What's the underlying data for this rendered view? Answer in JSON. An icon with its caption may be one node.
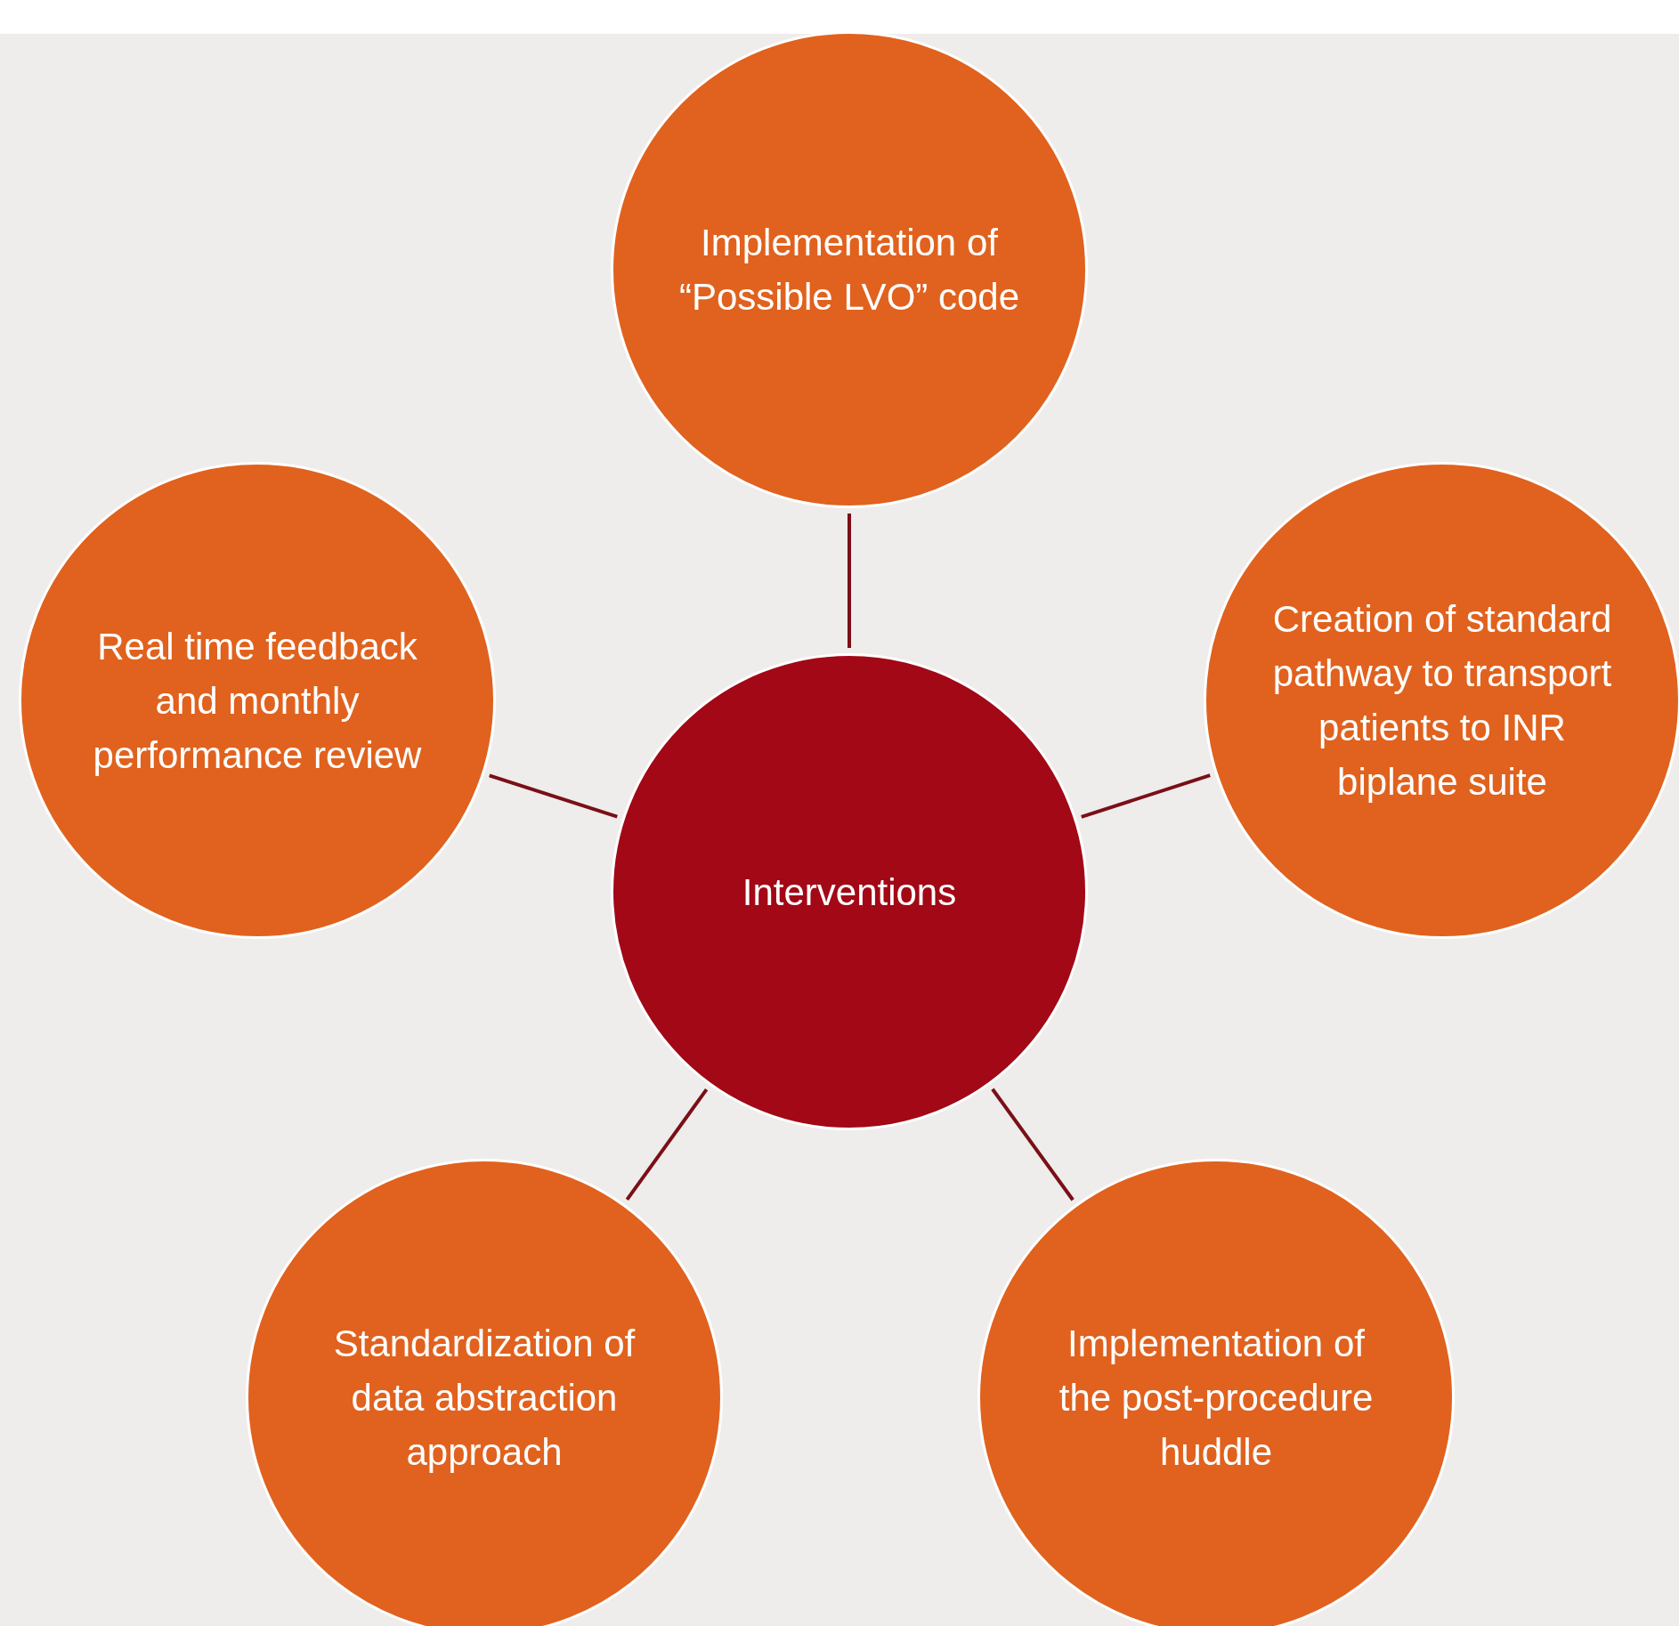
{
  "diagram": {
    "nodes": [
      {
        "text": [
          "Implementation of “Possible LVO” code"
        ]
      },
      {
        "text": [
          "Real time feedback and monthly performance review"
        ]
      },
      {
        "text": [
          "Creation of standard pathway to transport patients to INR biplane suite"
        ]
      },
      {
        "text": [
          "Interventions"
        ]
      },
      {
        "text": [
          "Standardization of data abstraction approach"
        ]
      },
      {
        "text": [
          "Implementation of the post-procedure huddle"
        ]
      }
    ],
    "edges": [
      {
        "from": 3,
        "to": 0,
        "arrow": "none"
      },
      {
        "from": 3,
        "to": 2,
        "arrow": "none"
      },
      {
        "from": 3,
        "to": 5,
        "arrow": "none"
      },
      {
        "from": 3,
        "to": 4,
        "arrow": "none"
      },
      {
        "from": 3,
        "to": 1,
        "arrow": "none"
      }
    ]
  }
}
